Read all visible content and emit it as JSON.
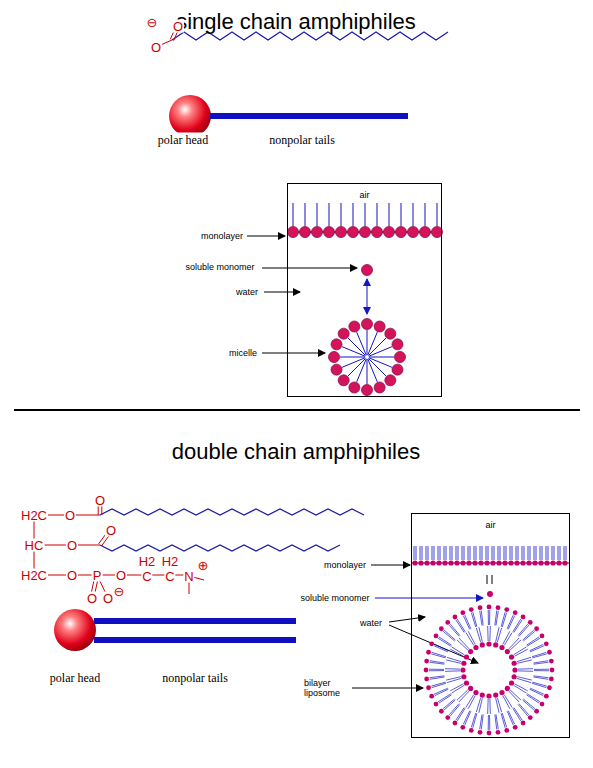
{
  "diagram": {
    "nodes": [
      {
        "text": [
          "air"
        ]
      },
      {
        "text": [
          "air"
        ]
      }
    ],
    "labels": [
      "single chain amphiphiles",
      "⊖",
      "O",
      "O",
      "polar head",
      "nonpolar tails",
      "monolayer",
      "soluble monomer",
      "water",
      "micelle",
      "double chain amphiphiles",
      "H2C",
      "O",
      "O",
      "HC",
      "O",
      "O",
      "H2C",
      "O",
      "P",
      "O",
      "H2",
      "H2",
      "C",
      "C",
      "N",
      "⊕",
      "O",
      "O",
      "⊖",
      "polar head",
      "nonpolar tails",
      "monolayer",
      "soluble monomer",
      "water",
      "bilayer liposome"
    ]
  }
}
